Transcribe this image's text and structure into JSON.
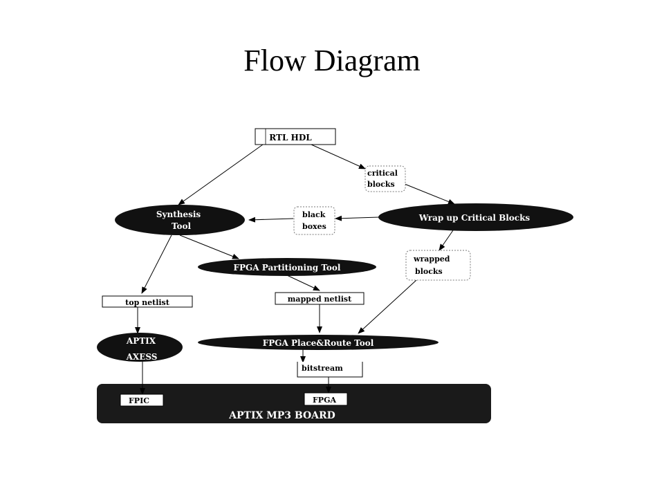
{
  "slide": {
    "title": "Flow Diagram"
  },
  "diagram": {
    "rtl": "RTL HDL",
    "critical": [
      "critical",
      "blocks"
    ],
    "synthesis": [
      "Synthesis",
      "Tool"
    ],
    "wrap": "Wrap up Critical Blocks",
    "black": [
      "black",
      "boxes"
    ],
    "partition": "FPGA Partitioning Tool",
    "wrapped": [
      "wrapped",
      "blocks"
    ],
    "top_netlist": "top netlist",
    "mapped_netlist": "mapped netlist",
    "aptix": [
      "APTIX",
      "AXESS"
    ],
    "place_route": "FPGA Place&Route Tool",
    "bitstream": "bitstream",
    "fpic": "FPIC",
    "fpga": "FPGA",
    "board": "APTIX MP3 BOARD"
  }
}
